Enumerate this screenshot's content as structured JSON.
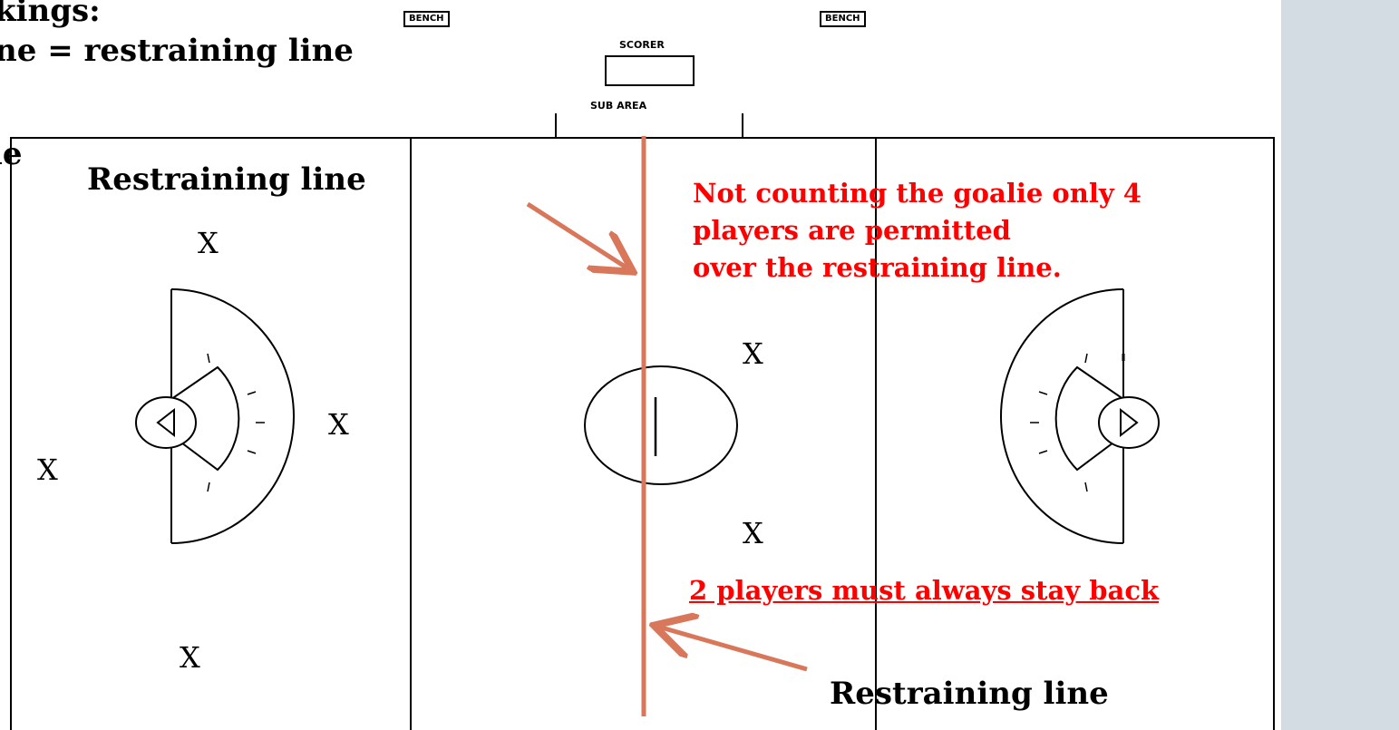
{
  "intro": {
    "line1": "kings:",
    "line2": "ne = restraining line",
    "line3": "le"
  },
  "table_labels": {
    "bench_left": "BENCH",
    "bench_right": "BENCH",
    "scorer": "SCORER",
    "sub_area": "SUB AREA"
  },
  "callouts": {
    "restraining_top": "Restraining line",
    "restraining_bottom": "Restraining line",
    "note_line1": "Not counting the goalie only 4",
    "note_line2": "players are permitted",
    "note_line3": "over the restraining line.",
    "stay_back": "2 players must always stay back"
  },
  "player_marker": "X",
  "colors": {
    "annotation_red": "#ff0000",
    "restraining_line": "#d9775a",
    "field_lines": "#000000",
    "side_strip": "#d3dce2"
  }
}
